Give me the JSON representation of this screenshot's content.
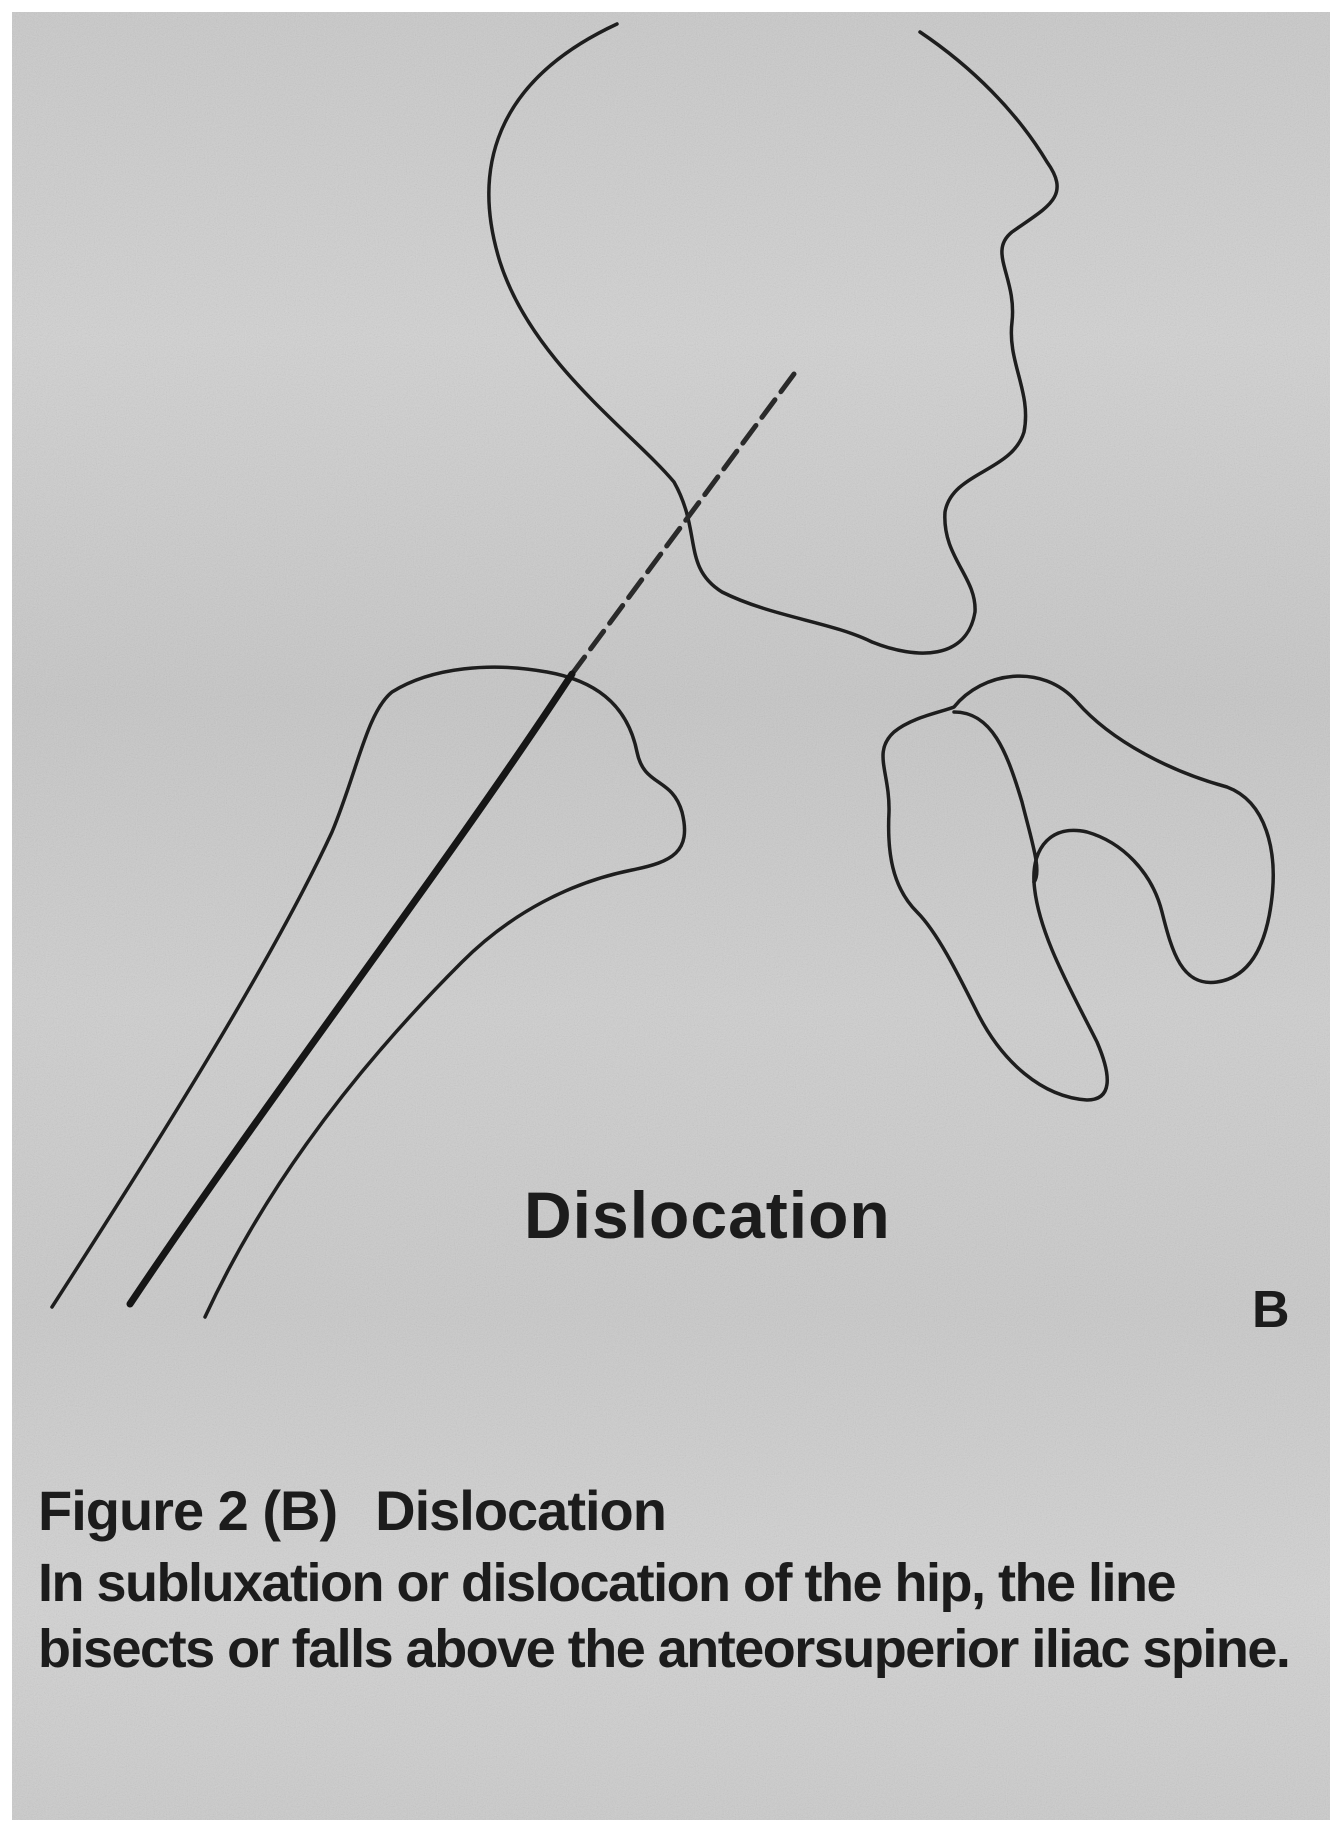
{
  "figure": {
    "drawing_label": "Dislocation",
    "panel_letter": "B",
    "caption_number": "Figure 2 (B)",
    "caption_heading": "Dislocation",
    "caption_text": "In subluxation or dislocation of the hip, the line bisects or falls above the anteorsuperior iliac spine."
  },
  "colors": {
    "paper": "#cbcbcb",
    "ink": "#1c1c1c"
  }
}
